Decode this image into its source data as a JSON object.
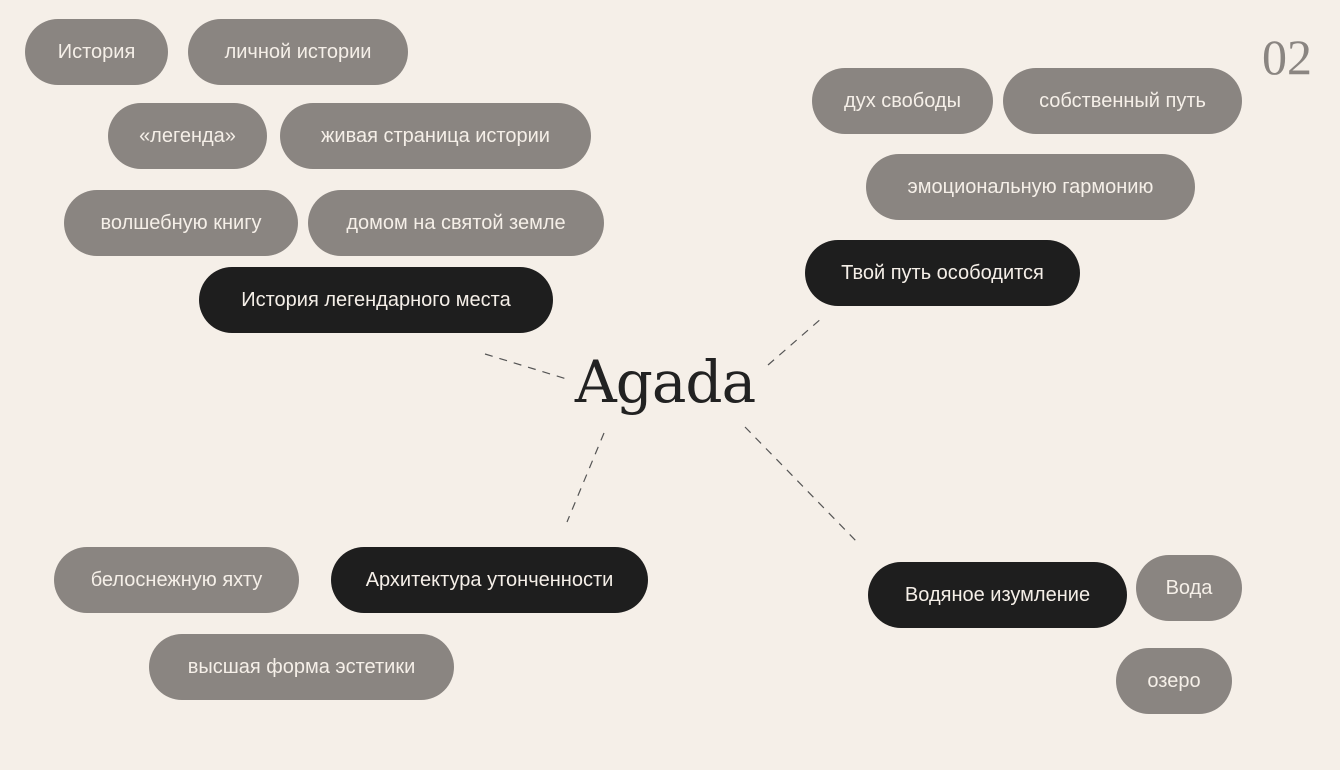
{
  "page_number": "02",
  "center": "Agada",
  "groups": {
    "history": {
      "main": "История легендарного места",
      "items": [
        "История",
        "личной истории",
        "«легенда»",
        "живая страница истории",
        "волшебную книгу",
        "домом на святой земле"
      ]
    },
    "path": {
      "main": "Твой путь осободится",
      "items": [
        "дух свободы",
        "собственный путь",
        "эмоциональную гармонию"
      ]
    },
    "architecture": {
      "main": "Архитектура утонченности",
      "items": [
        "белоснежную яхту",
        "высшая форма эстетики"
      ]
    },
    "water": {
      "main": "Водяное изумление",
      "items": [
        "Вода",
        "озеро"
      ]
    }
  },
  "colors": {
    "background": "#f5efe8",
    "pill": "#8a8581",
    "pill_dark": "#1e1e1e"
  }
}
